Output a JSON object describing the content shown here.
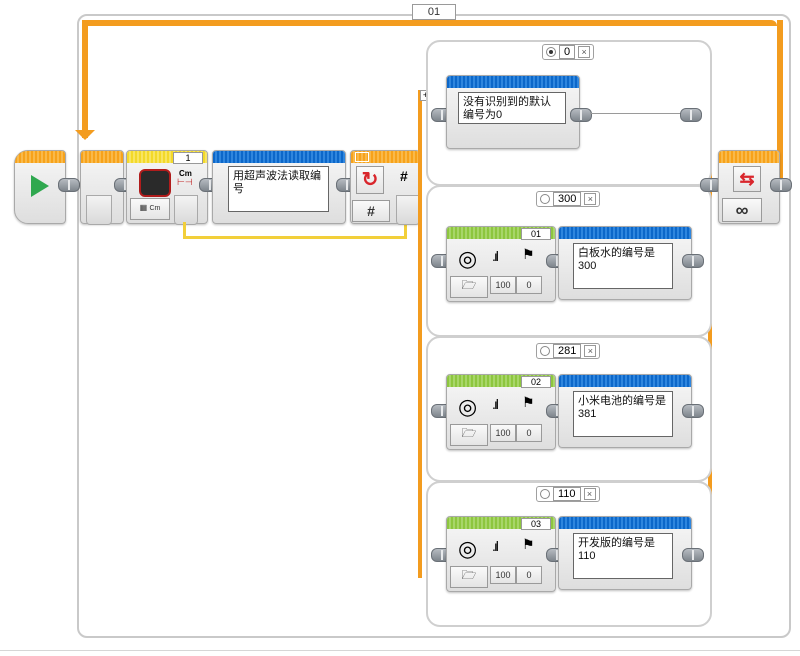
{
  "outer_loop": {
    "label": "01",
    "infinity_symbol": "∞"
  },
  "ultrasonic": {
    "port_tag": "1",
    "unit_icon_text": "Cm",
    "mode_icon_text": "Cm"
  },
  "comment_read": "用超声波法读取编号",
  "switch": {
    "hash_top": "#",
    "hash_button": "#"
  },
  "cases": [
    {
      "value": "0",
      "selected": true,
      "close": "×",
      "comment": "没有识别到的默认编号为0"
    },
    {
      "value": "300",
      "selected": false,
      "close": "×",
      "sound_port": "01",
      "volume": "100",
      "play_type": "0",
      "comment": "白板水的编号是300"
    },
    {
      "value": "281",
      "selected": false,
      "close": "×",
      "sound_port": "02",
      "volume": "100",
      "play_type": "0",
      "comment": "小米电池的编号是381"
    },
    {
      "value": "110",
      "selected": false,
      "close": "×",
      "sound_port": "03",
      "volume": "100",
      "play_type": "0",
      "comment": "开发版的编号是110"
    }
  ],
  "colors": {
    "flow_orange": "#f39c1f",
    "data_yellow": "#f2cf3a",
    "start_green": "#2fa84f",
    "switch_red": "#d9262c"
  }
}
